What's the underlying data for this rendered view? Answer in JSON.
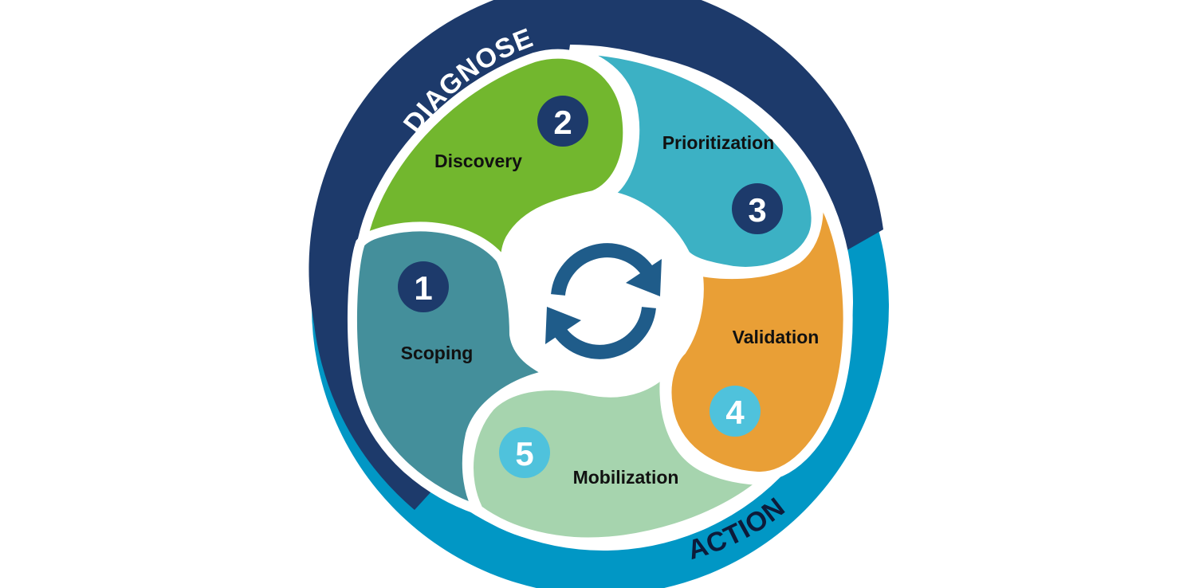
{
  "ring": {
    "top_label": "DIAGNOSE",
    "bottom_label": "ACTION",
    "top_color": "#1d3a6b",
    "bottom_color": "#0197c5",
    "top_text_color": "#ffffff",
    "bottom_text_color": "#0d1b3a"
  },
  "steps": [
    {
      "number": "1",
      "label": "Scoping",
      "color": "#448f9b",
      "badge_color": "#1d3a6b"
    },
    {
      "number": "2",
      "label": "Discovery",
      "color": "#72b72e",
      "badge_color": "#1d3a6b"
    },
    {
      "number": "3",
      "label": "Prioritization",
      "color": "#3cb1c4",
      "badge_color": "#1d3a6b"
    },
    {
      "number": "4",
      "label": "Validation",
      "color": "#e99f36",
      "badge_color": "#4fc2dc"
    },
    {
      "number": "5",
      "label": "Mobilization",
      "color": "#a6d4ae",
      "badge_color": "#4fc2dc"
    }
  ],
  "center_icon": {
    "name": "refresh-cycle-icon",
    "color": "#1f5c8a"
  }
}
